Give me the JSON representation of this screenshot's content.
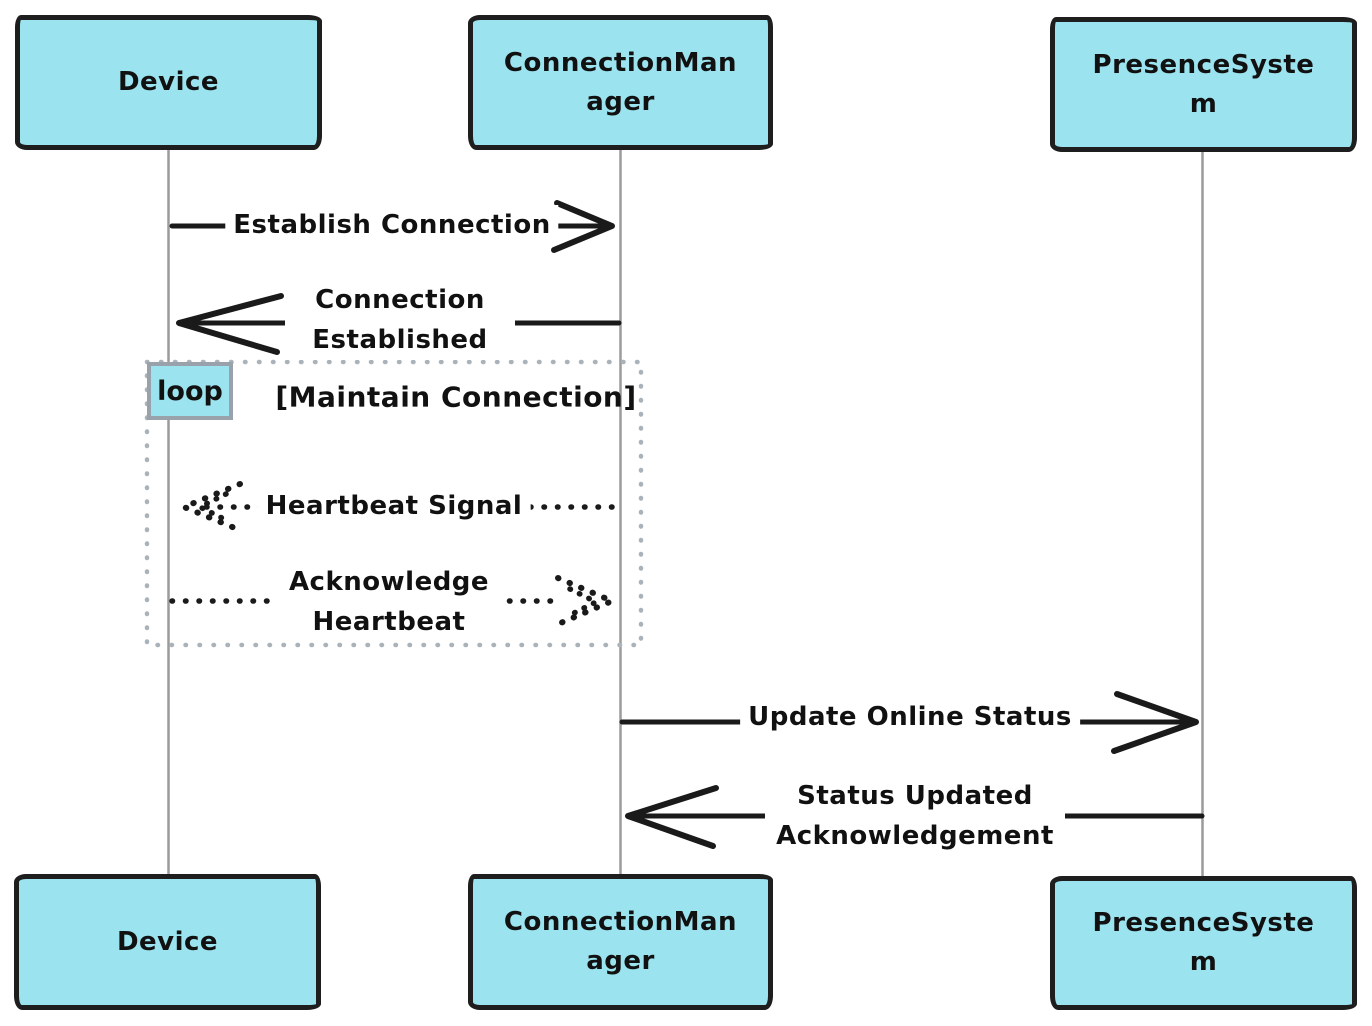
{
  "diagram": {
    "type": "sequence-diagram",
    "actors": [
      {
        "id": "device",
        "label": "Device"
      },
      {
        "id": "connection-manager",
        "label": "ConnectionManager"
      },
      {
        "id": "presence-system",
        "label": "PresenceSystem"
      }
    ],
    "messages": [
      {
        "label": "Establish Connection",
        "from": "Device",
        "to": "ConnectionManager",
        "line": "solid",
        "direction": "right",
        "in_loop": false
      },
      {
        "label": "Connection Established",
        "from": "ConnectionManager",
        "to": "Device",
        "line": "solid",
        "direction": "left",
        "in_loop": false
      },
      {
        "label": "Heartbeat Signal",
        "from": "ConnectionManager",
        "to": "Device",
        "line": "dotted",
        "direction": "left",
        "in_loop": true
      },
      {
        "label": "Acknowledge Heartbeat",
        "from": "Device",
        "to": "ConnectionManager",
        "line": "dotted",
        "direction": "right",
        "in_loop": true
      },
      {
        "label": "Update Online Status",
        "from": "ConnectionManager",
        "to": "PresenceSystem",
        "line": "solid",
        "direction": "right",
        "in_loop": false
      },
      {
        "label": "Status Updated Acknowledgement",
        "from": "PresenceSystem",
        "to": "ConnectionManager",
        "line": "solid",
        "direction": "left",
        "in_loop": false
      }
    ],
    "loop": {
      "operator": "loop",
      "condition": "[Maintain Connection]"
    },
    "colors": {
      "actor_fill": "#9ae3ef",
      "actor_border": "#1e1e1e",
      "lifeline": "#9b9b9b",
      "loop_frame": "#aab2ba",
      "loop_label_border": "#99a2ab",
      "arrow": "#1a1a1a",
      "text": "#111111",
      "background": "#ffffff"
    }
  }
}
